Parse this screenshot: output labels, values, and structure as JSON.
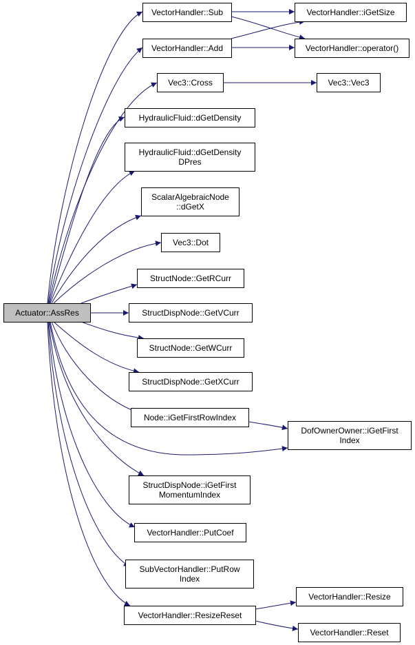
{
  "colors": {
    "edge": "#191970",
    "root_fill": "#bfbfbf",
    "node_fill": "#ffffff",
    "node_border": "#000000"
  },
  "nodes": [
    {
      "id": "root",
      "lines": [
        "Actuator::AssRes"
      ]
    },
    {
      "id": "vh-sub",
      "lines": [
        "VectorHandler::Sub"
      ]
    },
    {
      "id": "vh-add",
      "lines": [
        "VectorHandler::Add"
      ]
    },
    {
      "id": "vh-igetsize",
      "lines": [
        "VectorHandler::iGetSize"
      ]
    },
    {
      "id": "vh-operator",
      "lines": [
        "VectorHandler::operator()"
      ]
    },
    {
      "id": "vec3-cross",
      "lines": [
        "Vec3::Cross"
      ]
    },
    {
      "id": "vec3-vec3",
      "lines": [
        "Vec3::Vec3"
      ]
    },
    {
      "id": "hf-dgetdensity",
      "lines": [
        "HydraulicFluid::dGetDensity"
      ]
    },
    {
      "id": "hf-dgetdensitydpres",
      "lines": [
        "HydraulicFluid::dGetDensity",
        "DPres"
      ]
    },
    {
      "id": "san-dgetx",
      "lines": [
        "ScalarAlgebraicNode",
        "::dGetX"
      ]
    },
    {
      "id": "vec3-dot",
      "lines": [
        "Vec3::Dot"
      ]
    },
    {
      "id": "sn-getrcurr",
      "lines": [
        "StructNode::GetRCurr"
      ]
    },
    {
      "id": "sdn-getvcurr",
      "lines": [
        "StructDispNode::GetVCurr"
      ]
    },
    {
      "id": "sn-getwcurr",
      "lines": [
        "StructNode::GetWCurr"
      ]
    },
    {
      "id": "sdn-getxcurr",
      "lines": [
        "StructDispNode::GetXCurr"
      ]
    },
    {
      "id": "node-igetfirstrowindex",
      "lines": [
        "Node::iGetFirstRowIndex"
      ]
    },
    {
      "id": "doo-igetfirstindex",
      "lines": [
        "DofOwnerOwner::iGetFirst",
        "Index"
      ]
    },
    {
      "id": "sdn-igetfirstmomentumindex",
      "lines": [
        "StructDispNode::iGetFirst",
        "MomentumIndex"
      ]
    },
    {
      "id": "vh-putcoef",
      "lines": [
        "VectorHandler::PutCoef"
      ]
    },
    {
      "id": "svh-putrowindex",
      "lines": [
        "SubVectorHandler::PutRow",
        "Index"
      ]
    },
    {
      "id": "vh-resizereset",
      "lines": [
        "VectorHandler::ResizeReset"
      ]
    },
    {
      "id": "vh-resize",
      "lines": [
        "VectorHandler::Resize"
      ]
    },
    {
      "id": "vh-reset",
      "lines": [
        "VectorHandler::Reset"
      ]
    }
  ],
  "edges": [
    {
      "from": "root",
      "to": "vh-sub"
    },
    {
      "from": "root",
      "to": "vh-add"
    },
    {
      "from": "root",
      "to": "vec3-cross"
    },
    {
      "from": "root",
      "to": "hf-dgetdensity"
    },
    {
      "from": "root",
      "to": "hf-dgetdensitydpres"
    },
    {
      "from": "root",
      "to": "san-dgetx"
    },
    {
      "from": "root",
      "to": "vec3-dot"
    },
    {
      "from": "root",
      "to": "sn-getrcurr"
    },
    {
      "from": "root",
      "to": "sdn-getvcurr"
    },
    {
      "from": "root",
      "to": "sn-getwcurr"
    },
    {
      "from": "root",
      "to": "sdn-getxcurr"
    },
    {
      "from": "root",
      "to": "node-igetfirstrowindex"
    },
    {
      "from": "root",
      "to": "doo-igetfirstindex"
    },
    {
      "from": "root",
      "to": "sdn-igetfirstmomentumindex"
    },
    {
      "from": "root",
      "to": "vh-putcoef"
    },
    {
      "from": "root",
      "to": "svh-putrowindex"
    },
    {
      "from": "root",
      "to": "vh-resizereset"
    },
    {
      "from": "vh-sub",
      "to": "vh-igetsize"
    },
    {
      "from": "vh-sub",
      "to": "vh-operator"
    },
    {
      "from": "vh-add",
      "to": "vh-igetsize"
    },
    {
      "from": "vh-add",
      "to": "vh-operator"
    },
    {
      "from": "vec3-cross",
      "to": "vec3-vec3"
    },
    {
      "from": "node-igetfirstrowindex",
      "to": "doo-igetfirstindex"
    },
    {
      "from": "vh-resizereset",
      "to": "vh-resize"
    },
    {
      "from": "vh-resizereset",
      "to": "vh-reset"
    }
  ]
}
